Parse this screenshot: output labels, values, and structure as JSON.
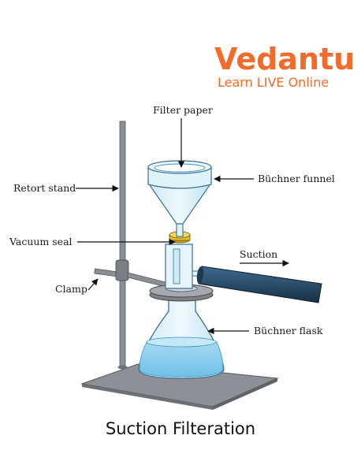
{
  "brand": {
    "name": "Vedantu",
    "tagline": "Learn LIVE Online",
    "color": "#f26b2a"
  },
  "labels": {
    "filter_paper": "Filter paper",
    "buchner_funnel": "Büchner funnel",
    "retort_stand": "Retort stand",
    "vacuum_seal": "Vacuum seal",
    "suction": "Suction",
    "clamp": "Clamp",
    "buchner_flask": "Büchner flask"
  },
  "caption": "Suction Filteration",
  "colors": {
    "glass": "#dff3fb",
    "liquid": "#9fd8f2",
    "stand": "#8a8f96",
    "seal": "#e8c22e",
    "tube": "#2b4f6e",
    "base": "#8d9197"
  }
}
